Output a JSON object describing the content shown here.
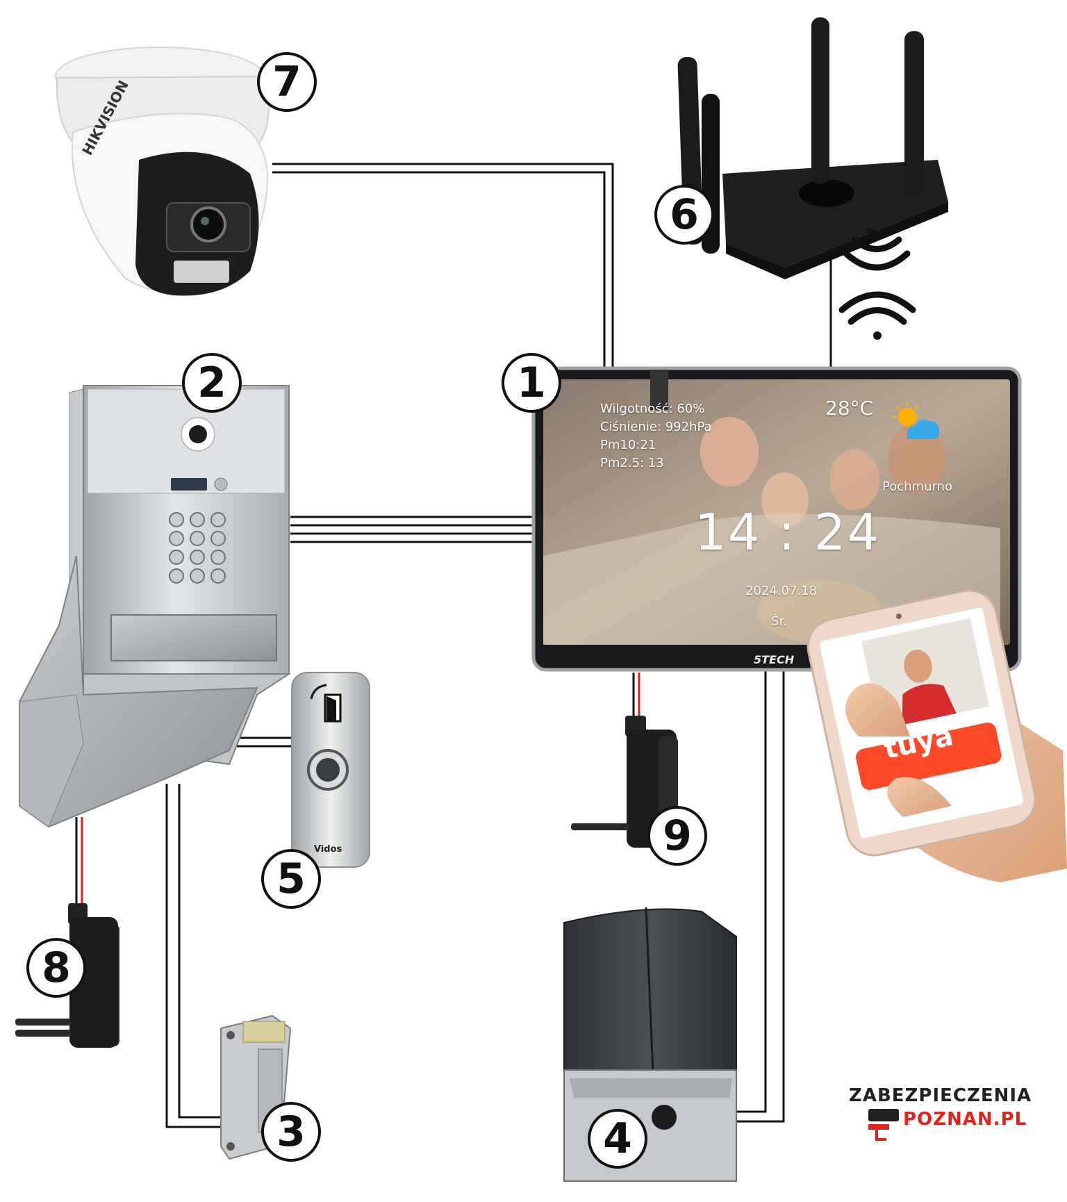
{
  "callouts": [
    {
      "id": "1"
    },
    {
      "id": "2"
    },
    {
      "id": "3"
    },
    {
      "id": "4"
    },
    {
      "id": "5"
    },
    {
      "id": "6"
    },
    {
      "id": "7"
    },
    {
      "id": "8"
    },
    {
      "id": "9"
    }
  ],
  "numbers": {
    "n1": "1",
    "n2": "2",
    "n3": "3",
    "n4": "4",
    "n5": "5",
    "n6": "6",
    "n7": "7",
    "n8": "8",
    "n9": "9"
  },
  "monitor": {
    "humidity": "Wilgotność: 60%",
    "pressure": "Ciśnienie: 992hPa",
    "pm10": "Pm10:21",
    "pm25": "Pm2.5: 13",
    "temperature": "28°C",
    "weather": "Pochmurno",
    "clock": "14 : 24",
    "date": "2024.07.18",
    "weekday": "Śr.",
    "brand": "5TECH"
  },
  "camera_brand": "HIKVISION",
  "button_brand": "Vidos",
  "phone_app": "tuya",
  "logo": {
    "line1": "ZABEZPIECZENIA",
    "line2": "POZNAN.PL"
  },
  "colors": {
    "wire": "#111111",
    "power_wire": "#d42020",
    "tuya": "#ff4a2a",
    "logo_dark": "#222222",
    "logo_red": "#e0241b"
  }
}
